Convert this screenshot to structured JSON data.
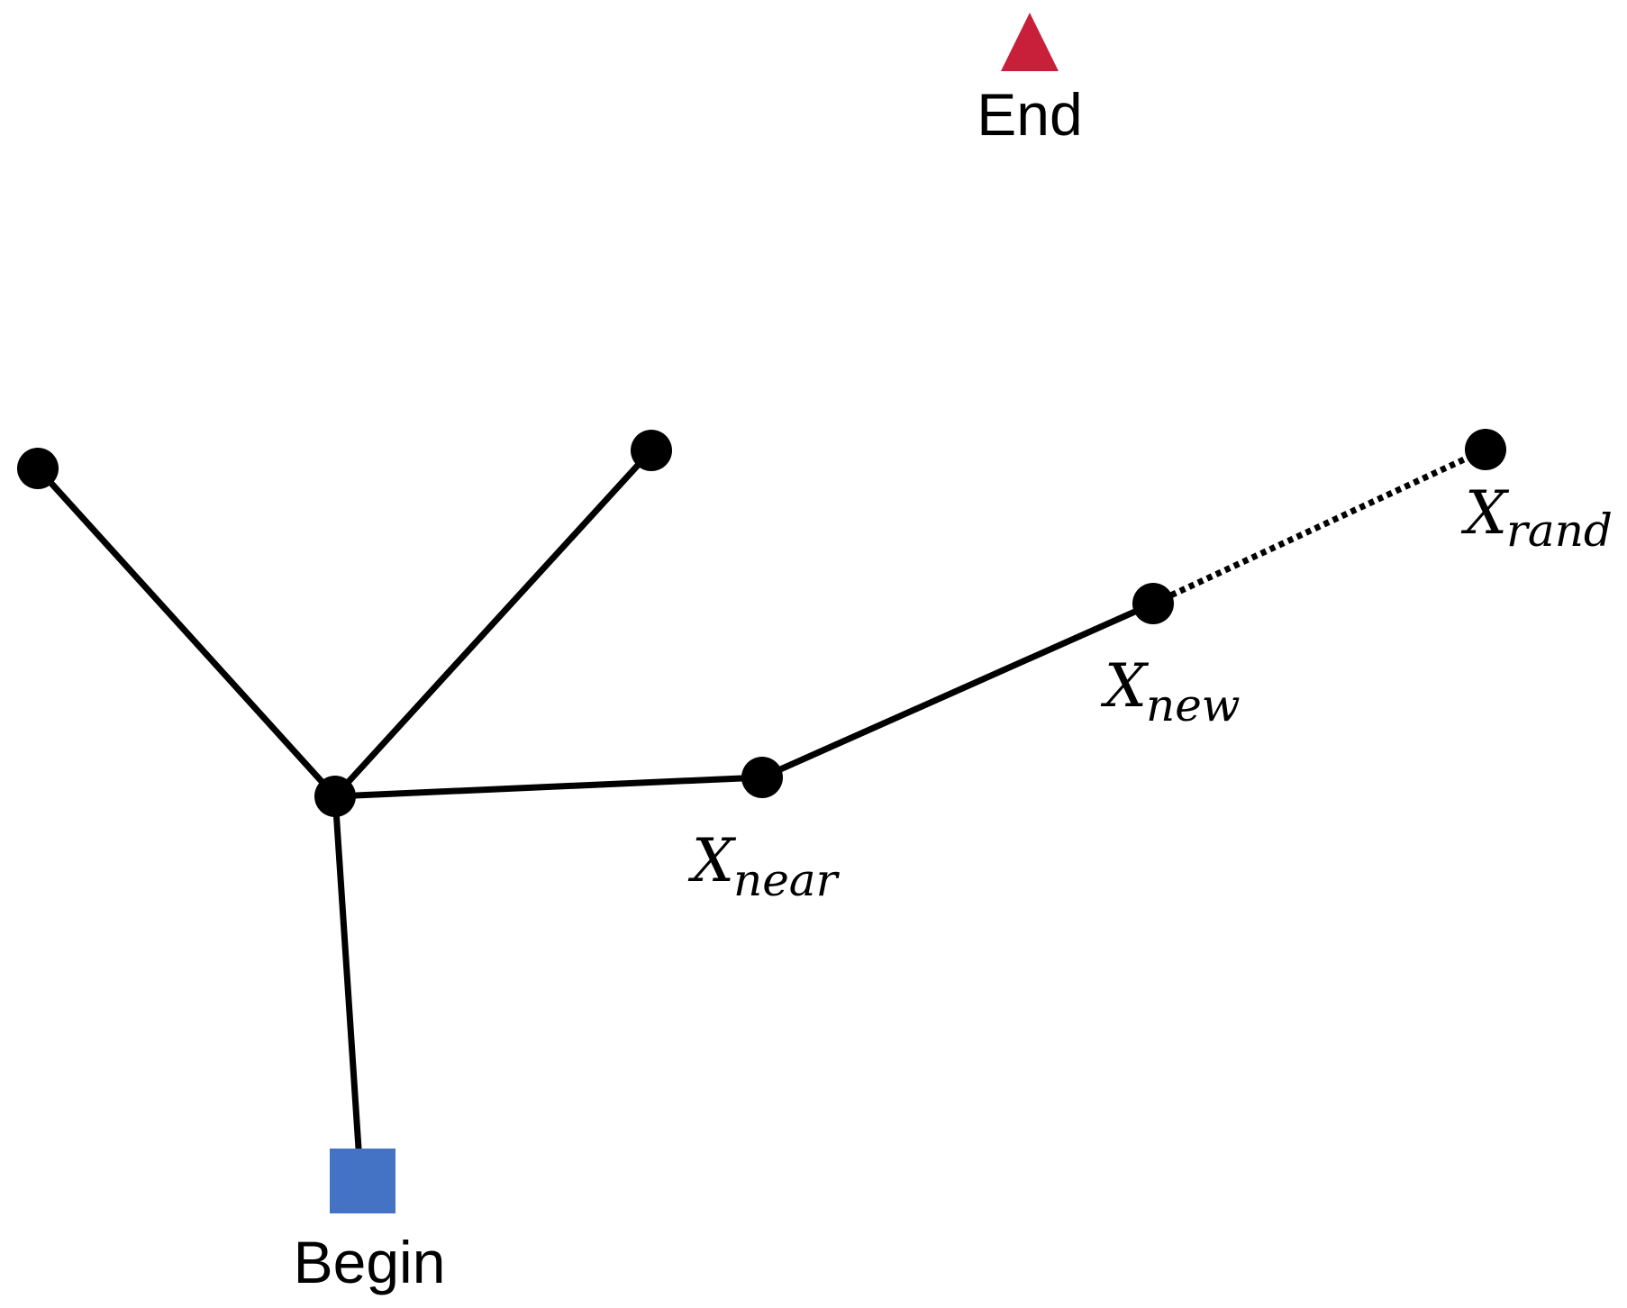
{
  "diagram": {
    "colors": {
      "background": "#ffffff",
      "edge": "#000000",
      "node": "#000000",
      "begin": "#4472c4",
      "end": "#c8203a"
    },
    "begin": {
      "label": "Begin",
      "shape": "square"
    },
    "end": {
      "label": "End",
      "shape": "triangle"
    },
    "nodes": [
      {
        "id": "root"
      },
      {
        "id": "left-leaf"
      },
      {
        "id": "upper-leaf"
      },
      {
        "id": "x-near",
        "label": {
          "main": "X",
          "sub": "near"
        }
      },
      {
        "id": "x-new",
        "label": {
          "main": "X",
          "sub": "new"
        }
      },
      {
        "id": "x-rand",
        "label": {
          "main": "X",
          "sub": "rand"
        }
      }
    ],
    "edges": [
      {
        "from": "begin",
        "to": "root",
        "style": "solid"
      },
      {
        "from": "root",
        "to": "left-leaf",
        "style": "solid"
      },
      {
        "from": "root",
        "to": "upper-leaf",
        "style": "solid"
      },
      {
        "from": "root",
        "to": "x-near",
        "style": "solid"
      },
      {
        "from": "x-near",
        "to": "x-new",
        "style": "solid"
      },
      {
        "from": "x-new",
        "to": "x-rand",
        "style": "dotted"
      }
    ]
  }
}
